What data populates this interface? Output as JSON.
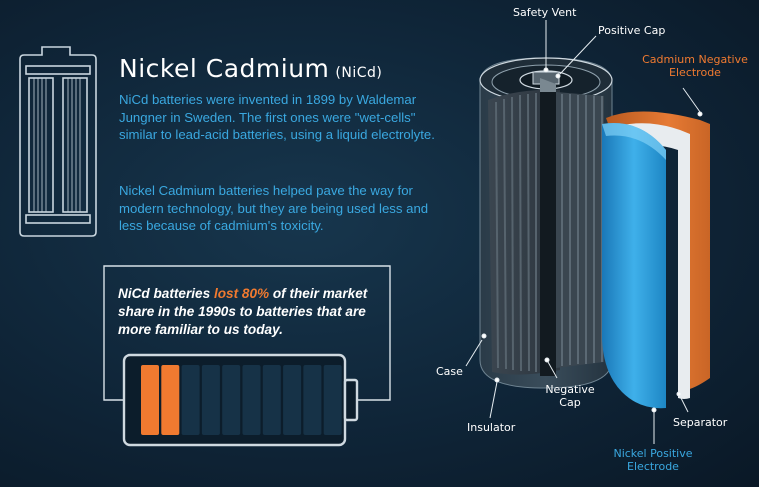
{
  "heading": {
    "title": "Nickel Cadmium",
    "abbr": "(NiCd)"
  },
  "paragraphs": [
    "NiCd batteries were invented in 1899 by Waldemar Jungner in Sweden. The first ones were \"wet-cells\" similar to lead-acid batteries, using a liquid electrolyte.",
    "Nickel Cadmium batteries helped pave the way for modern technology, but they are being used less and less because of cadmium's toxicity."
  ],
  "fact": {
    "before": "NiCd batteries ",
    "highlight": "lost 80%",
    "after": " of their market share in the 1990s to batteries that are more familiar to us today."
  },
  "labels": {
    "safety_vent": "Safety Vent",
    "positive_cap": "Positive Cap",
    "cadmium_negative_electrode": [
      "Cadmium Negative",
      "Electrode"
    ],
    "case": "Case",
    "negative_cap": [
      "Negative",
      "Cap"
    ],
    "insulator": "Insulator",
    "separator": "Separator",
    "nickel_positive_electrode": [
      "Nickel Positive",
      "Electrode"
    ]
  },
  "colors": {
    "accent_blue": "#3aa8e0",
    "accent_orange": "#f07a30",
    "background": "#10283b"
  },
  "battery_gauge": {
    "total_cells": 10,
    "filled_cells": 2
  },
  "icons": [
    "battery-outline-icon",
    "battery-gauge-icon",
    "nicd-cell-cutaway"
  ]
}
